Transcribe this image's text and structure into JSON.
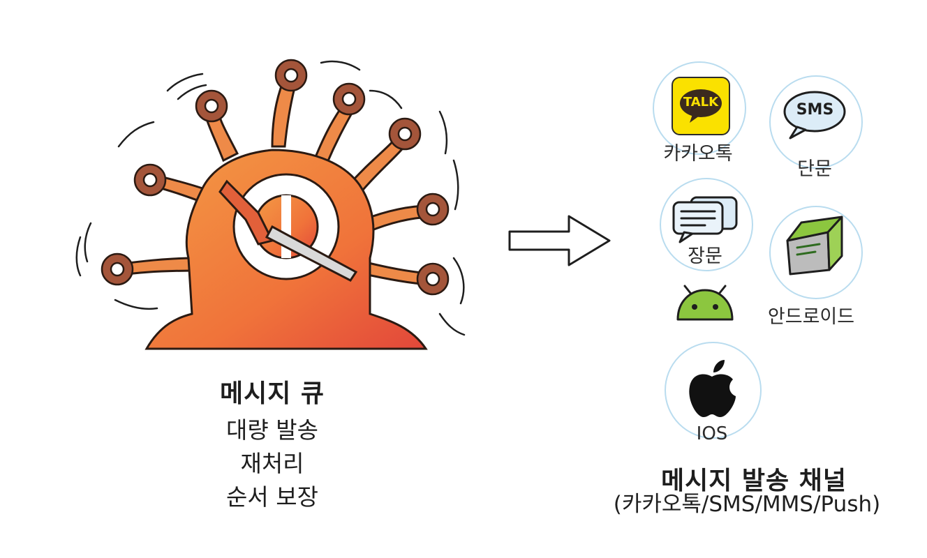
{
  "left": {
    "title": "메시지 큐",
    "features": [
      "대량 발송",
      "재처리",
      "순서 보장"
    ]
  },
  "channels": {
    "kakao": {
      "icon_text": "TALK",
      "label": "카카오톡"
    },
    "sms": {
      "icon_text": "SMS",
      "label": "단문"
    },
    "lms": {
      "label": "장문"
    },
    "mms": {
      "label": ""
    },
    "android": {
      "label": "안드로이드"
    },
    "ios": {
      "label": "IOS"
    }
  },
  "right": {
    "title": "메시지 발송 채널",
    "subtitle": "(카카오톡/SMS/MMS/Push)"
  },
  "colors": {
    "queue_orange": "#f07a3a",
    "gear_brown": "#a4553a",
    "kakao_yellow": "#fae100",
    "android_green": "#8cc63f",
    "ring_blue": "#b9dcef"
  }
}
